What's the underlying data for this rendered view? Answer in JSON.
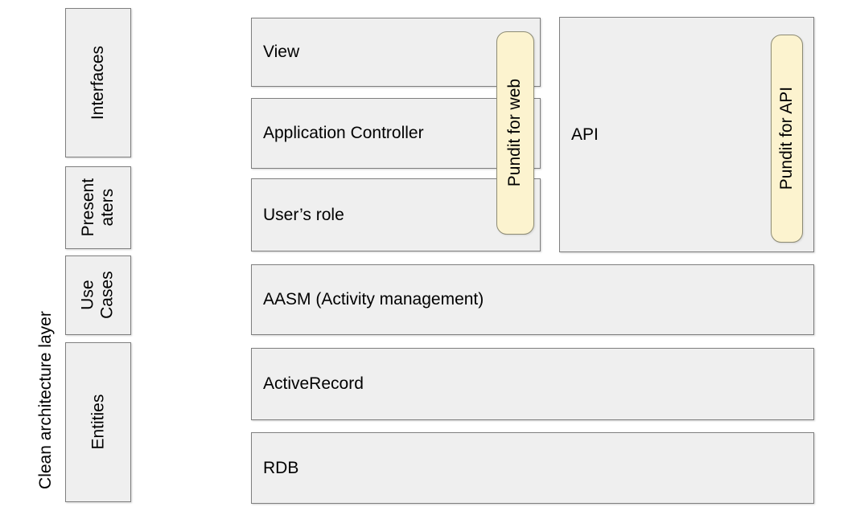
{
  "diagram": {
    "side_label": "Clean architecture layer",
    "layers": [
      {
        "label": "Interfaces"
      },
      {
        "label": "Present\naters"
      },
      {
        "label": "Use\nCases"
      },
      {
        "label": "Entities"
      }
    ],
    "web_stack": [
      {
        "label": "View"
      },
      {
        "label": "Application Controller"
      },
      {
        "label": "User’s role"
      }
    ],
    "api": {
      "label": "API"
    },
    "pundit": {
      "web": "Pundit for web",
      "api": "Pundit for API"
    },
    "shared_stack": [
      {
        "label": "AASM (Activity management)"
      },
      {
        "label": "ActiveRecord"
      },
      {
        "label": "RDB"
      }
    ],
    "colors": {
      "box_fill": "#efefef",
      "box_border": "#7f7f7f",
      "pill_fill": "#fcf3cf",
      "pill_border": "#8d8b74",
      "text": "#000000",
      "background": "#ffffff"
    }
  }
}
